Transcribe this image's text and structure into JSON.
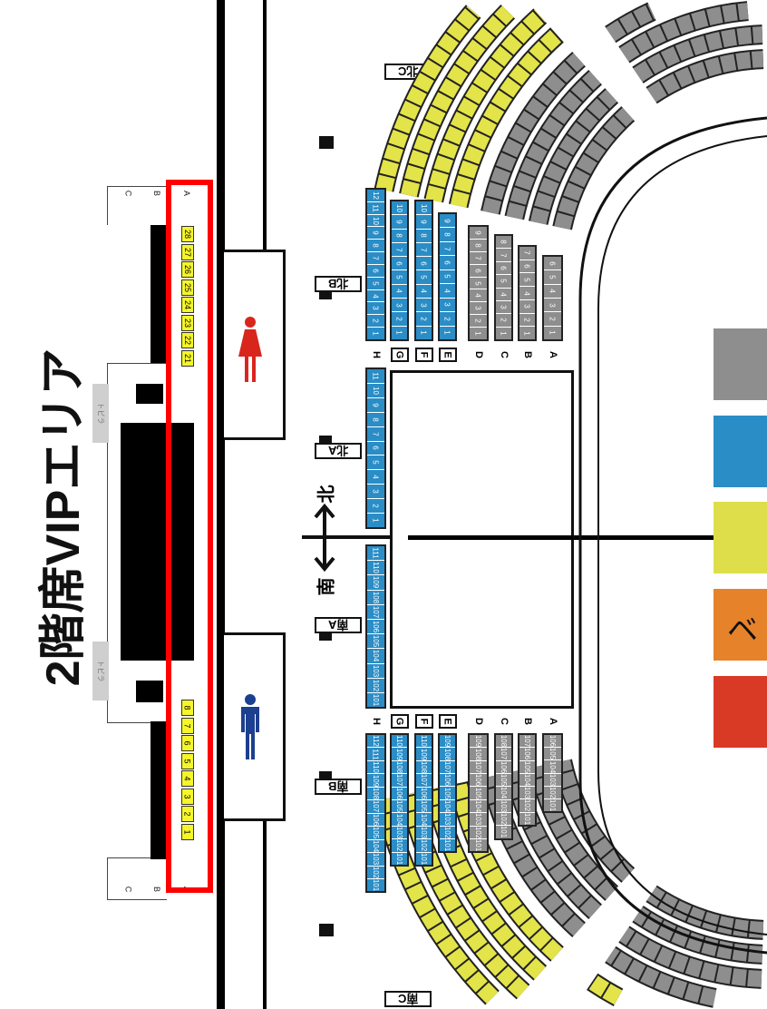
{
  "title": "2階席VIPエリア",
  "vip": {
    "row_labels": [
      "A",
      "B",
      "C"
    ],
    "seats_upper": [
      "28",
      "27",
      "26",
      "25",
      "24",
      "23",
      "22",
      "21"
    ],
    "seats_lower": [
      "8",
      "7",
      "6",
      "5",
      "4",
      "3",
      "2",
      "1"
    ],
    "door_label": "トビラ",
    "highlight_color": "#ff0000",
    "seat_color": "#f5f52a"
  },
  "block_labels": {
    "north_c": "北C",
    "north_b": "北B",
    "north_a": "北A",
    "south_a": "南A",
    "south_b": "南B",
    "south_c": "南C"
  },
  "direction": {
    "north": "北",
    "south": "南"
  },
  "sections": {
    "north_b": [
      {
        "row": "H",
        "count": 12,
        "start": 1,
        "color": "blue"
      },
      {
        "row": "G",
        "count": 10,
        "start": 1,
        "color": "blue"
      },
      {
        "row": "F",
        "count": 10,
        "start": 1,
        "color": "blue"
      },
      {
        "row": "E",
        "count": 9,
        "start": 1,
        "color": "blue"
      },
      {
        "row": "D",
        "count": 9,
        "start": 1,
        "color": "gray"
      },
      {
        "row": "C",
        "count": 8,
        "start": 1,
        "color": "gray"
      },
      {
        "row": "B",
        "count": 7,
        "start": 1,
        "color": "gray"
      },
      {
        "row": "A",
        "count": 6,
        "start": 1,
        "color": "gray"
      }
    ],
    "north_a": [
      {
        "row": "H",
        "count": 11,
        "start": 1,
        "color": "blue"
      }
    ],
    "south_a": [
      {
        "row": "H",
        "count": 11,
        "start": 101,
        "color": "blue"
      }
    ],
    "south_b": [
      {
        "row": "H",
        "count": 12,
        "start": 101,
        "color": "blue"
      },
      {
        "row": "G",
        "count": 10,
        "start": 101,
        "color": "blue"
      },
      {
        "row": "F",
        "count": 10,
        "start": 101,
        "color": "blue"
      },
      {
        "row": "E",
        "count": 9,
        "start": 101,
        "color": "blue"
      },
      {
        "row": "D",
        "count": 9,
        "start": 101,
        "color": "gray"
      },
      {
        "row": "C",
        "count": 8,
        "start": 101,
        "color": "gray"
      },
      {
        "row": "B",
        "count": 7,
        "start": 101,
        "color": "gray"
      },
      {
        "row": "A",
        "count": 6,
        "start": 101,
        "color": "gray"
      }
    ]
  },
  "curved_rows": [
    "A",
    "B",
    "C",
    "D",
    "E",
    "F",
    "G",
    "H"
  ],
  "legend": [
    {
      "color": "#8e8e8e",
      "text": ""
    },
    {
      "color": "#2a8dc6",
      "text": ""
    },
    {
      "color": "#dede4a",
      "text": ""
    },
    {
      "color": "#e5822a",
      "text": "ベ"
    },
    {
      "color": "#d93a26",
      "text": ""
    }
  ],
  "colors": {
    "blue": "#2a8dc6",
    "gray": "#8e8e8e",
    "yellow": "#e3e34a",
    "female": "#d9261c",
    "male": "#1d3f8f"
  }
}
